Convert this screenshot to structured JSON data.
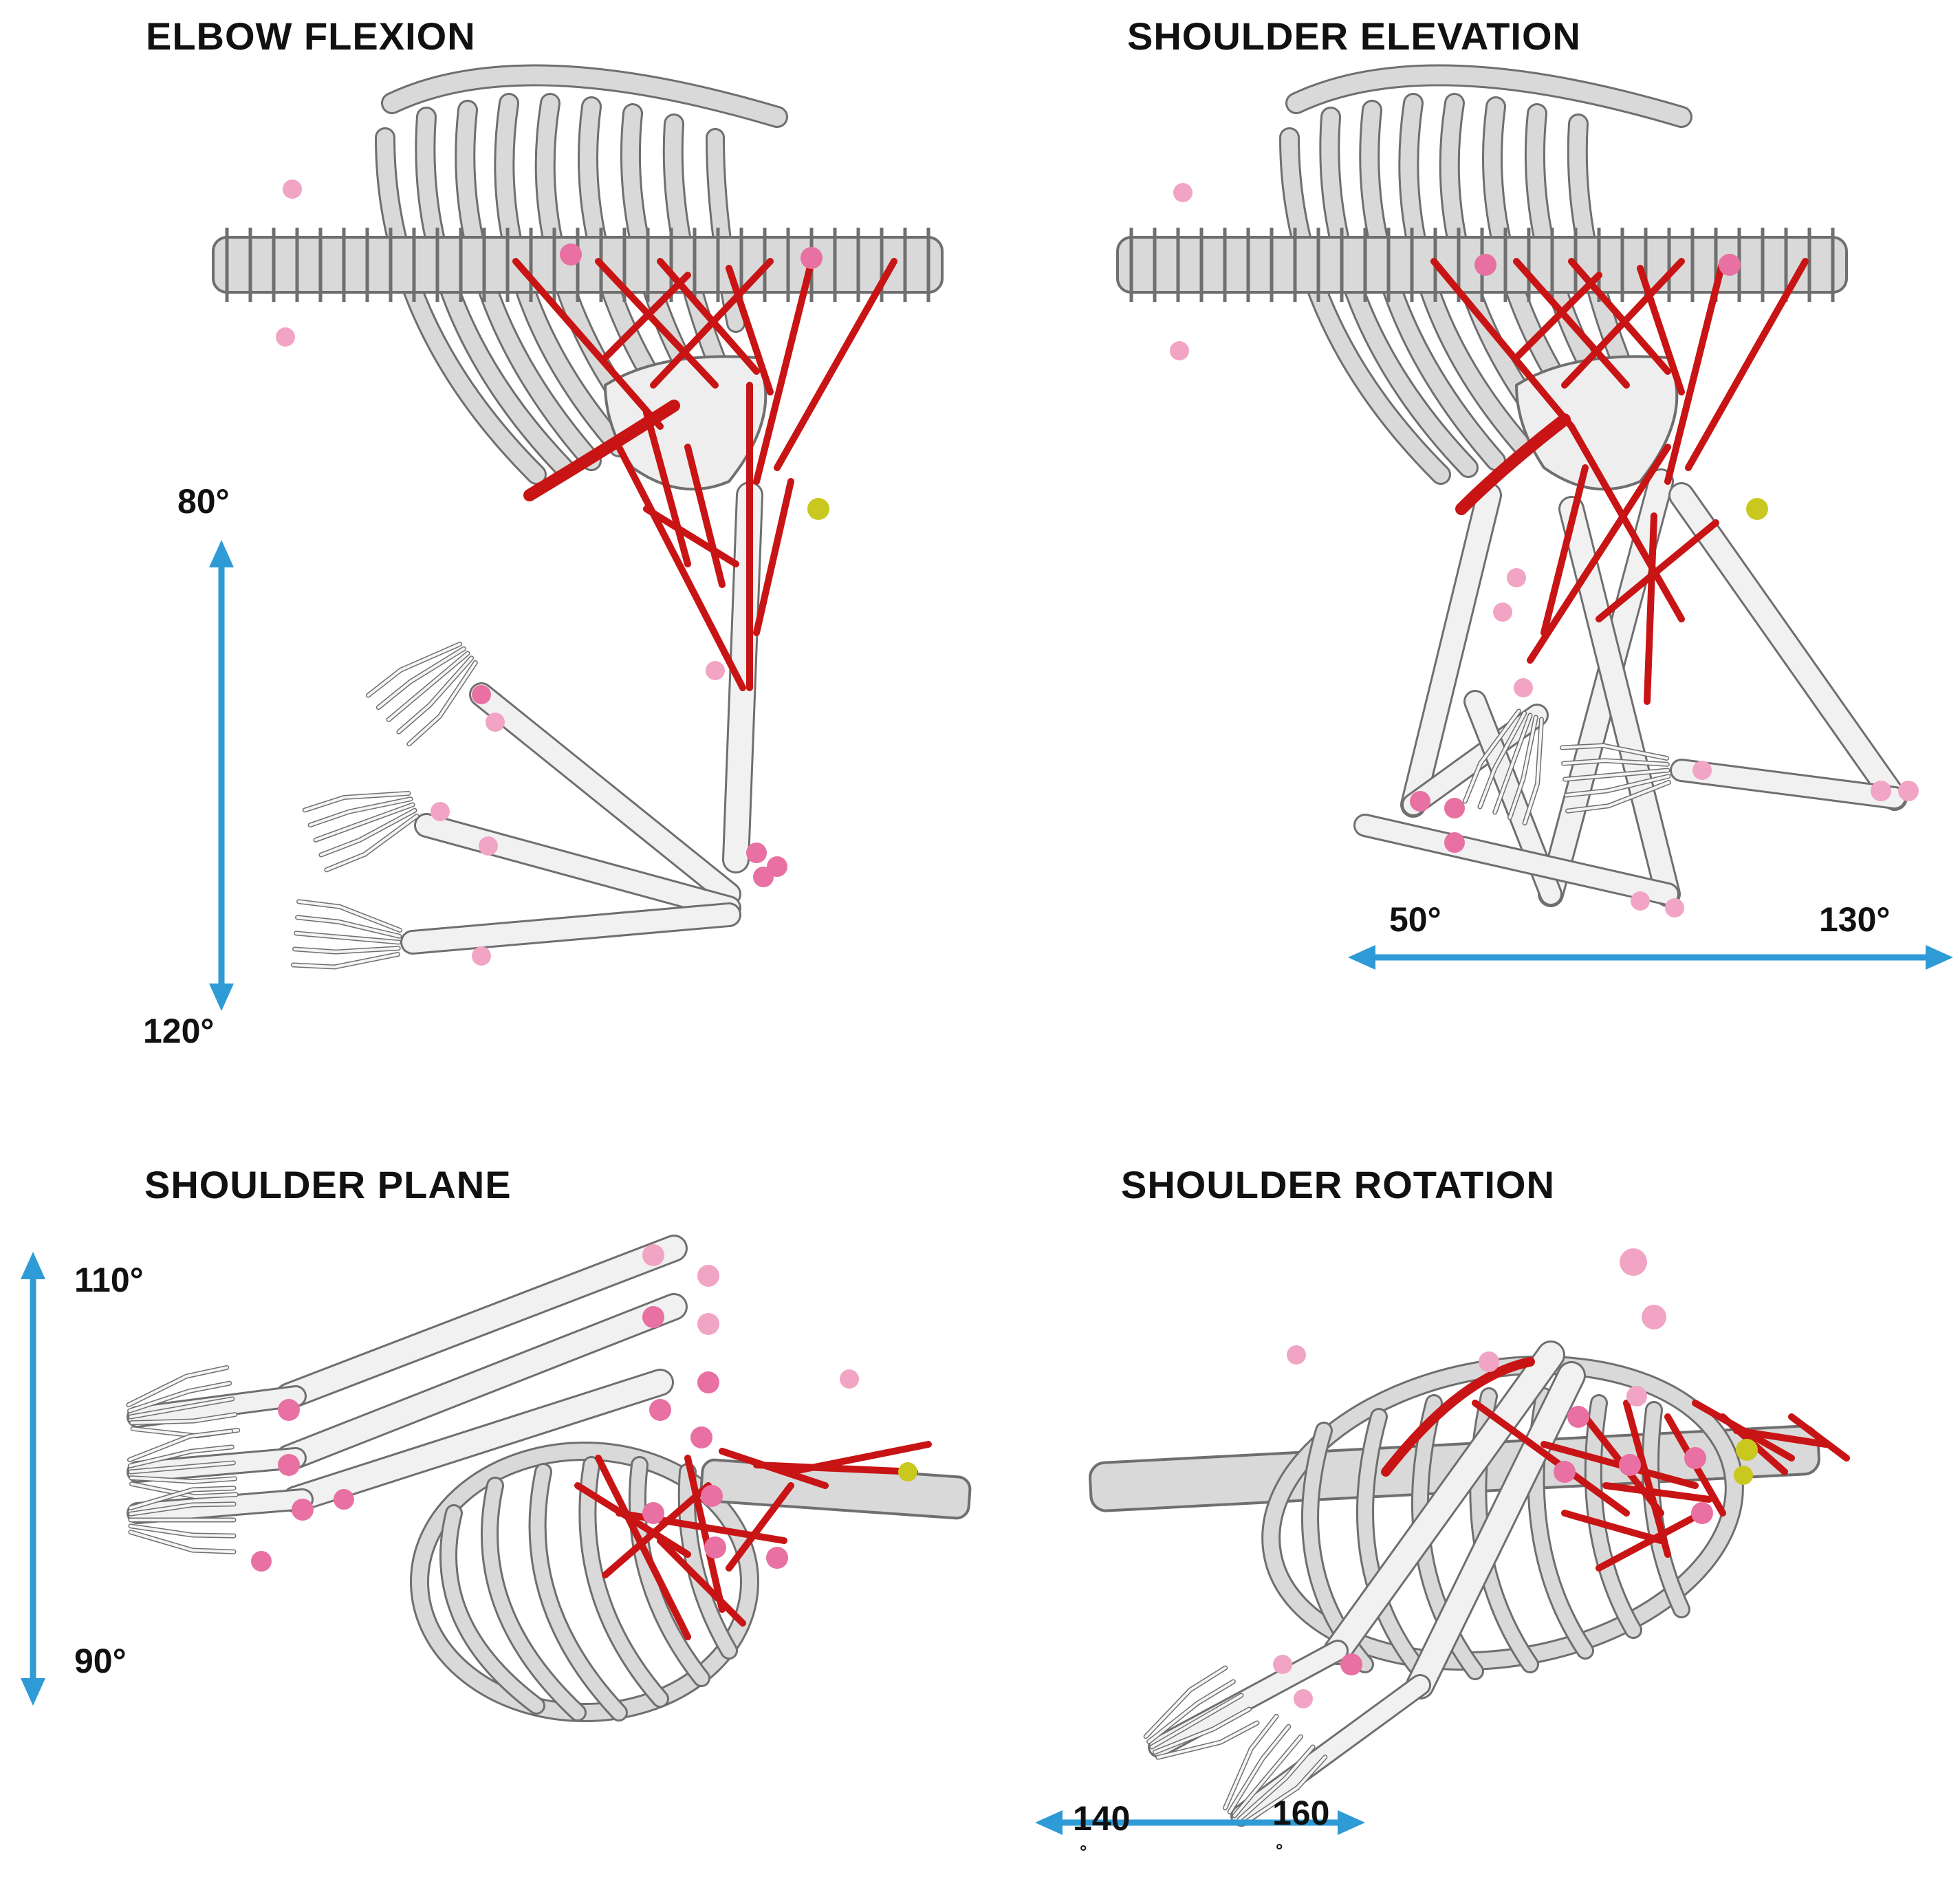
{
  "panels": [
    {
      "title": "ELBOW FLEXION",
      "range_start": "80°",
      "range_end": "120°"
    },
    {
      "title": "SHOULDER ELEVATION",
      "range_start": "50°",
      "range_end": "130°"
    },
    {
      "title": "SHOULDER PLANE",
      "range_start": "110°",
      "range_end": "90°"
    },
    {
      "title": "SHOULDER ROTATION",
      "range_start": "140",
      "range_end": "160",
      "range_start_unit": "°",
      "range_end_unit": "°"
    }
  ],
  "colors": {
    "arrow": "#2e9bd6",
    "bone": "#d9d9d9",
    "bone_outline": "#6f6f6f",
    "muscle": "#c81414",
    "marker": "#f2a4c4",
    "marker_dark": "#e870a3",
    "marker_yellow": "#c9c81e"
  }
}
